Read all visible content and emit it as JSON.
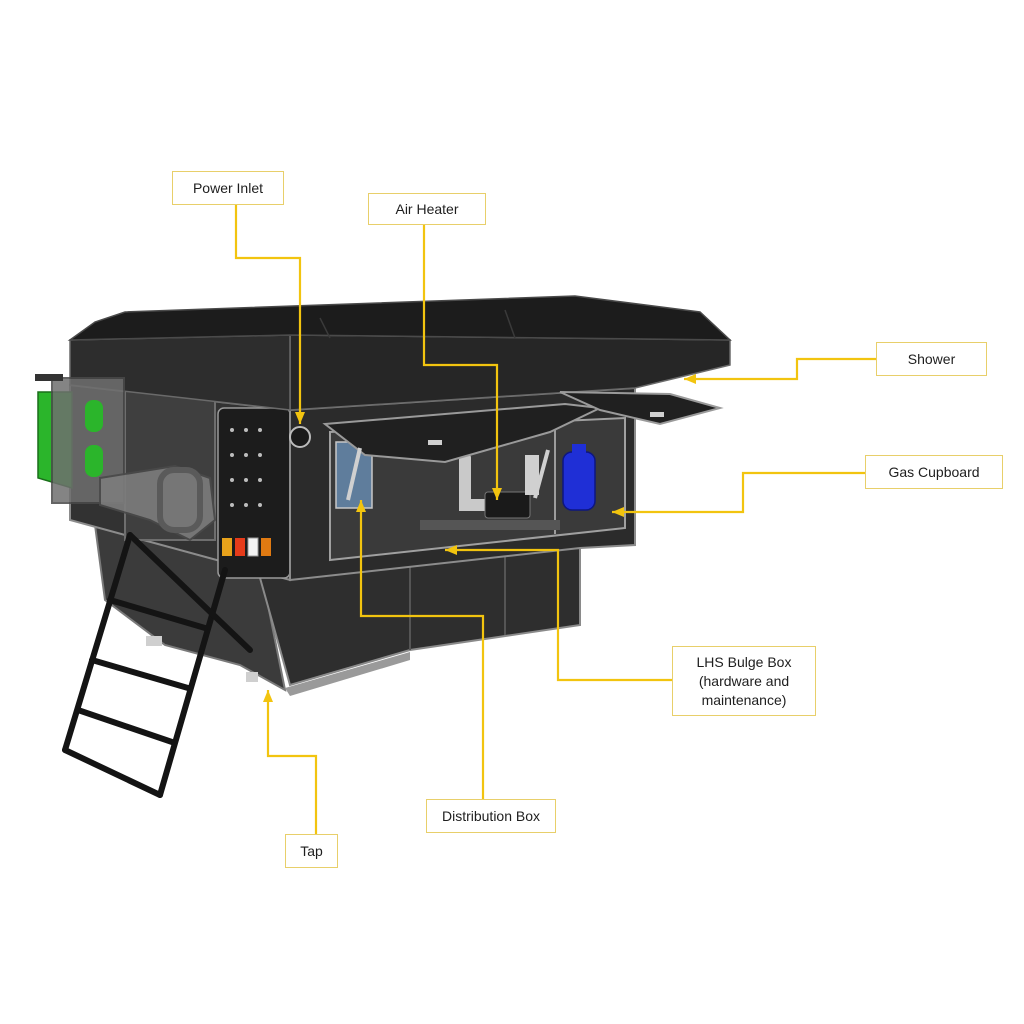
{
  "diagram": {
    "colors": {
      "leader": "#f2c40f",
      "callout_border": "#e8cf6a",
      "body": "#2b2b2b",
      "roof": "#1f1f1f",
      "frame": "#8c8c8c",
      "gas_bottle": "#1f2fd6",
      "water_tank": "#2bb52b",
      "tail_light": "#e53b1a"
    },
    "callouts": {
      "power_inlet": "Power Inlet",
      "air_heater": "Air Heater",
      "shower": "Shower",
      "gas_cupboard": "Gas Cupboard",
      "lhs_bulge_box": [
        "LHS Bulge Box",
        "(hardware and",
        "maintenance)"
      ],
      "distribution_box": "Distribution Box",
      "tap": "Tap"
    }
  }
}
